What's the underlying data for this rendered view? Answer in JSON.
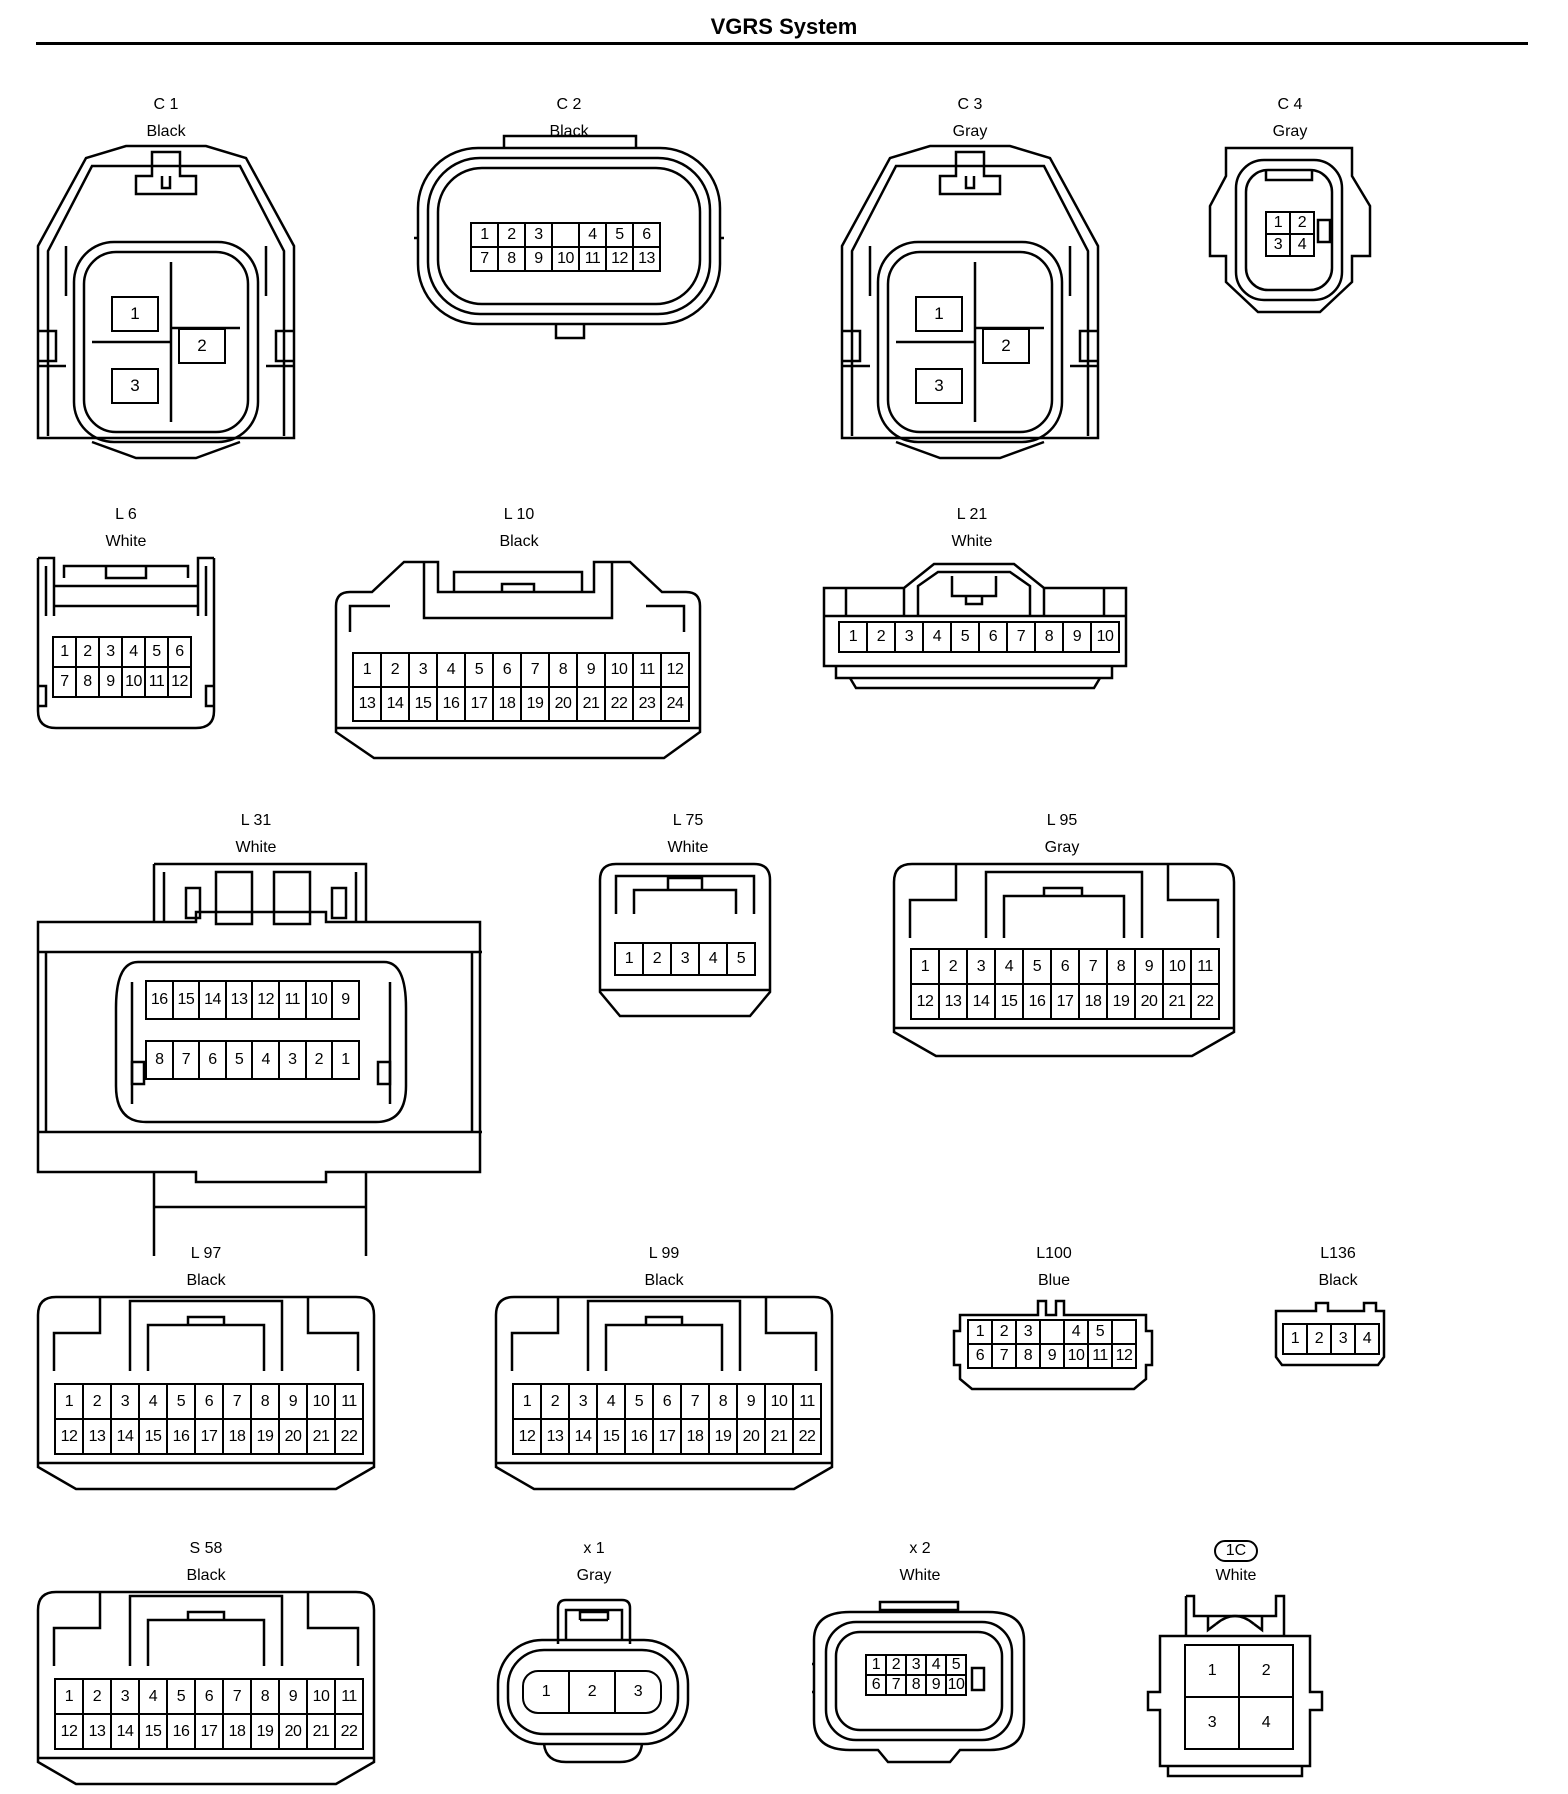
{
  "title": "VGRS System",
  "connectors": {
    "c1": {
      "code": "C 1",
      "color": "Black",
      "pins": [
        "1",
        "2",
        "3"
      ]
    },
    "c2": {
      "code": "C 2",
      "color": "Black",
      "row1": [
        "1",
        "2",
        "3",
        "",
        "4",
        "5",
        "6"
      ],
      "row2": [
        "7",
        "8",
        "9",
        "10",
        "11",
        "12",
        "13"
      ]
    },
    "c3": {
      "code": "C 3",
      "color": "Gray",
      "pins": [
        "1",
        "2",
        "3"
      ]
    },
    "c4": {
      "code": "C 4",
      "color": "Gray",
      "row1": [
        "1",
        "2"
      ],
      "row2": [
        "3",
        "4"
      ]
    },
    "l6": {
      "code": "L 6",
      "color": "White",
      "row1": [
        "1",
        "2",
        "3",
        "4",
        "5",
        "6"
      ],
      "row2": [
        "7",
        "8",
        "9",
        "10",
        "11",
        "12"
      ]
    },
    "l10": {
      "code": "L 10",
      "color": "Black",
      "row1": [
        "1",
        "2",
        "3",
        "4",
        "5",
        "6",
        "7",
        "8",
        "9",
        "10",
        "11",
        "12"
      ],
      "row2": [
        "13",
        "14",
        "15",
        "16",
        "17",
        "18",
        "19",
        "20",
        "21",
        "22",
        "23",
        "24"
      ]
    },
    "l21": {
      "code": "L 21",
      "color": "White",
      "row1": [
        "1",
        "2",
        "3",
        "4",
        "5",
        "6",
        "7",
        "8",
        "9",
        "10"
      ]
    },
    "l31": {
      "code": "L 31",
      "color": "White",
      "row1": [
        "16",
        "15",
        "14",
        "13",
        "12",
        "11",
        "10",
        "9"
      ],
      "row2": [
        "8",
        "7",
        "6",
        "5",
        "4",
        "3",
        "2",
        "1"
      ]
    },
    "l75": {
      "code": "L 75",
      "color": "White",
      "row1": [
        "1",
        "2",
        "3",
        "4",
        "5"
      ]
    },
    "l95": {
      "code": "L 95",
      "color": "Gray",
      "row1": [
        "1",
        "2",
        "3",
        "4",
        "5",
        "6",
        "7",
        "8",
        "9",
        "10",
        "11"
      ],
      "row2": [
        "12",
        "13",
        "14",
        "15",
        "16",
        "17",
        "18",
        "19",
        "20",
        "21",
        "22"
      ]
    },
    "l97": {
      "code": "L 97",
      "color": "Black",
      "row1": [
        "1",
        "2",
        "3",
        "4",
        "5",
        "6",
        "7",
        "8",
        "9",
        "10",
        "11"
      ],
      "row2": [
        "12",
        "13",
        "14",
        "15",
        "16",
        "17",
        "18",
        "19",
        "20",
        "21",
        "22"
      ]
    },
    "l99": {
      "code": "L 99",
      "color": "Black",
      "row1": [
        "1",
        "2",
        "3",
        "4",
        "5",
        "6",
        "7",
        "8",
        "9",
        "10",
        "11"
      ],
      "row2": [
        "12",
        "13",
        "14",
        "15",
        "16",
        "17",
        "18",
        "19",
        "20",
        "21",
        "22"
      ]
    },
    "l100": {
      "code": "L100",
      "color": "Blue",
      "row1": [
        "1",
        "2",
        "3",
        "",
        "4",
        "5"
      ],
      "row2": [
        "6",
        "7",
        "8",
        "9",
        "10",
        "11",
        "12"
      ]
    },
    "l136": {
      "code": "L136",
      "color": "Black",
      "row1": [
        "1",
        "2",
        "3",
        "4"
      ]
    },
    "s58": {
      "code": "S 58",
      "color": "Black",
      "row1": [
        "1",
        "2",
        "3",
        "4",
        "5",
        "6",
        "7",
        "8",
        "9",
        "10",
        "11"
      ],
      "row2": [
        "12",
        "13",
        "14",
        "15",
        "16",
        "17",
        "18",
        "19",
        "20",
        "21",
        "22"
      ]
    },
    "x1": {
      "code": "x 1",
      "color": "Gray",
      "row1": [
        "1",
        "2",
        "3"
      ]
    },
    "x2": {
      "code": "x 2",
      "color": "White",
      "row1": [
        "1",
        "2",
        "3",
        "4",
        "5"
      ],
      "row2": [
        "6",
        "7",
        "8",
        "9",
        "10"
      ]
    },
    "1c": {
      "code": "1C",
      "color": "White",
      "row1": [
        "1",
        "2"
      ],
      "row2": [
        "3",
        "4"
      ]
    }
  }
}
